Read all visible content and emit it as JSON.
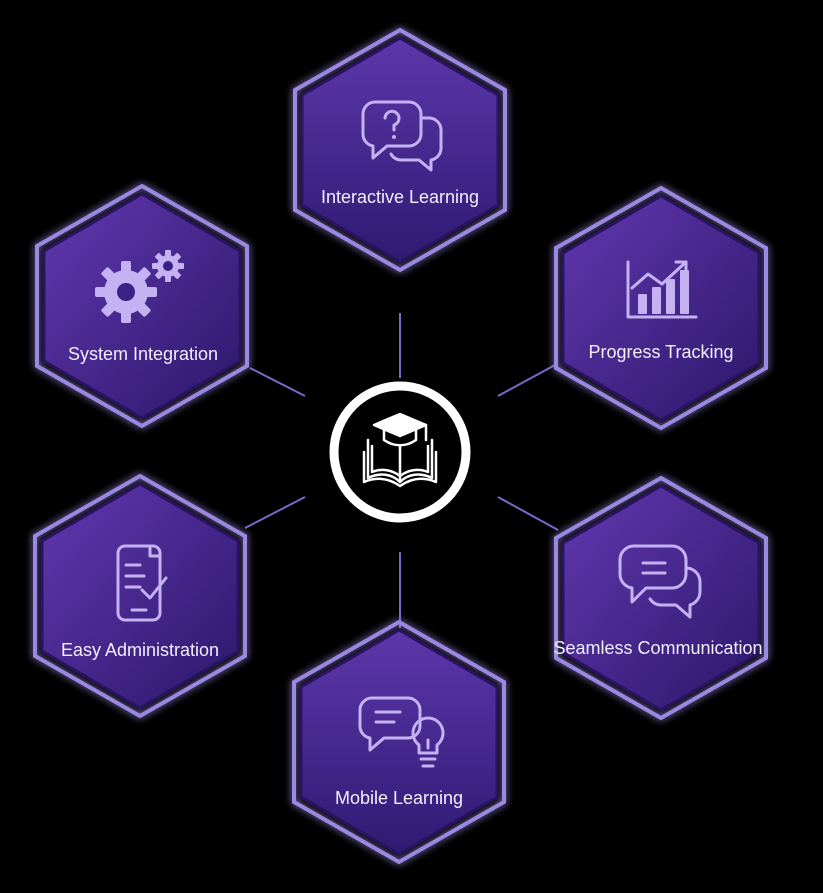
{
  "diagram": {
    "center": {
      "icon": "graduation-cap-book-icon"
    },
    "nodes": [
      {
        "id": "interactive-learning",
        "label": "Interactive Learning",
        "icon": "question-chat-bubbles-icon"
      },
      {
        "id": "progress-tracking",
        "label": "Progress Tracking",
        "icon": "bar-chart-trend-icon"
      },
      {
        "id": "seamless-communication",
        "label": "Seamless Communication",
        "icon": "chat-bubbles-icon"
      },
      {
        "id": "mobile-learning",
        "label": "Mobile Learning",
        "icon": "chat-lightbulb-icon"
      },
      {
        "id": "easy-administration",
        "label": "Easy Administration",
        "icon": "mobile-checklist-icon"
      },
      {
        "id": "system-integration",
        "label": "System Integration",
        "icon": "gears-icon"
      }
    ]
  },
  "colors": {
    "background": "#000000",
    "hex_fill_top": "#5b35a8",
    "hex_fill_bottom": "#2e1870",
    "hex_border": "#8c7ad8",
    "connector": "#7a68c8",
    "icon": "#c4b2f2",
    "center_ring": "#ffffff"
  }
}
